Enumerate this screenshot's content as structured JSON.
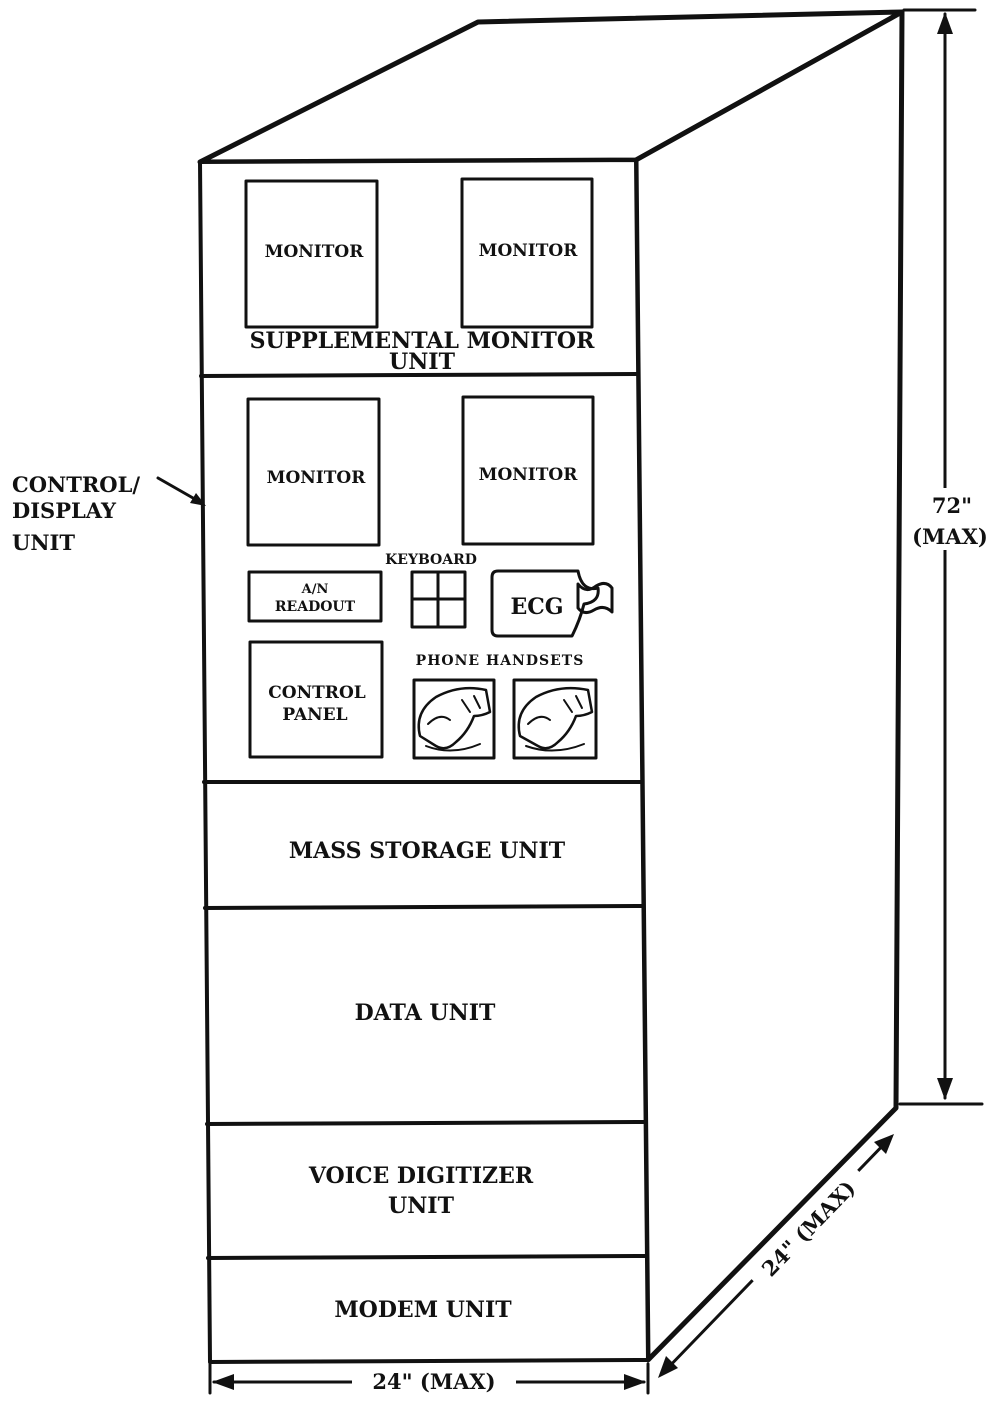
{
  "diagram": {
    "supplemental_unit": {
      "label_line1": "SUPPLEMENTAL MONITOR",
      "label_line2": "UNIT",
      "monitor_left": "MONITOR",
      "monitor_right": "MONITOR"
    },
    "control_display_unit": {
      "callout_line1": "CONTROL/",
      "callout_line2": "DISPLAY",
      "callout_line3": "UNIT",
      "monitor_left": "MONITOR",
      "monitor_right": "MONITOR",
      "an_readout_line1": "A/N",
      "an_readout_line2": "READOUT",
      "keyboard": "KEYBOARD",
      "ecg": "ECG",
      "control_panel_line1": "CONTROL",
      "control_panel_line2": "PANEL",
      "phone_handsets": "PHONE HANDSETS"
    },
    "mass_storage_unit": "MASS STORAGE UNIT",
    "data_unit": "DATA UNIT",
    "voice_digitizer_line1": "VOICE DIGITIZER",
    "voice_digitizer_line2": "UNIT",
    "modem_unit": "MODEM UNIT",
    "dimensions": {
      "height_value": "72\"",
      "height_note": "(MAX)",
      "width": "24\" (MAX)",
      "depth": "24\" (MAX)"
    }
  }
}
